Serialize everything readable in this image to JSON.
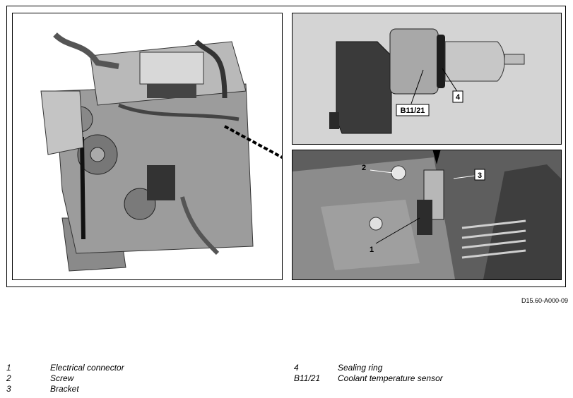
{
  "callouts": {
    "c1": "1",
    "c2": "2",
    "c3": "3",
    "c4": "4",
    "b1121": "B11/21"
  },
  "reference_code": "D15.60-A000-09",
  "legend": {
    "left": [
      {
        "key": "1",
        "text": "Electrical connector"
      },
      {
        "key": "2",
        "text": "Screw"
      },
      {
        "key": "3",
        "text": "Bracket"
      }
    ],
    "right": [
      {
        "key": "4",
        "text": "Sealing ring"
      },
      {
        "key": "B11/21",
        "text": "Coolant temperature sensor"
      }
    ]
  }
}
